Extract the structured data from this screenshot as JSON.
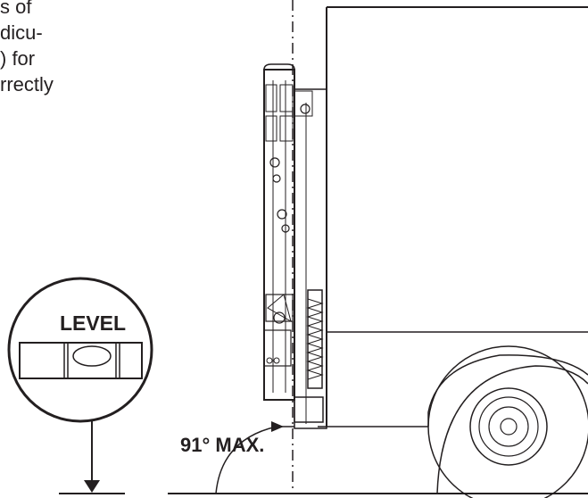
{
  "body_text_fragments": [
    "s of",
    "dicu-",
    ") for",
    "rrectly"
  ],
  "level_label": "LEVEL",
  "angle_label": "91° MAX.",
  "colors": {
    "ink": "#231f20",
    "background": "#ffffff"
  },
  "icons": [
    "bubble-level-icon",
    "down-arrow-icon",
    "angle-arc-icon"
  ]
}
